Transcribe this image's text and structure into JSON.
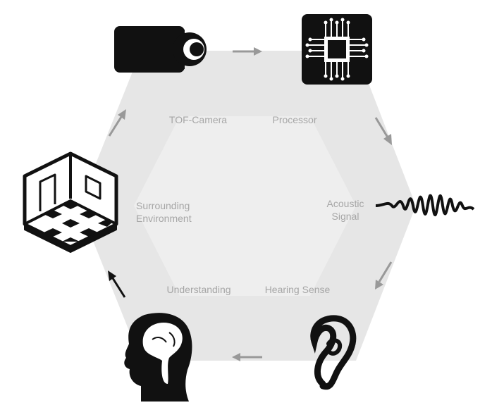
{
  "diagram": {
    "colors": {
      "hexagon_outer": "#e6e6e6",
      "hexagon_inner": "#eeeeee",
      "label": "#a6a6a6",
      "arrow": "#999999",
      "arrow_dark": "#111111",
      "icon": "#111111"
    },
    "nodes": [
      {
        "id": "tof",
        "label": "TOF-Camera",
        "icon": "camera-icon"
      },
      {
        "id": "proc",
        "label": "Processor",
        "icon": "chip-icon"
      },
      {
        "id": "acoustic",
        "label_line1": "Acoustic",
        "label_line2": "Signal",
        "icon": "waveform-icon"
      },
      {
        "id": "hearing",
        "label": "Hearing Sense",
        "icon": "ear-icon"
      },
      {
        "id": "understanding",
        "label": "Understanding",
        "icon": "head-brain-icon"
      },
      {
        "id": "env",
        "label_line1": "Surrounding",
        "label_line2": "Environment",
        "icon": "room-icon"
      }
    ]
  }
}
